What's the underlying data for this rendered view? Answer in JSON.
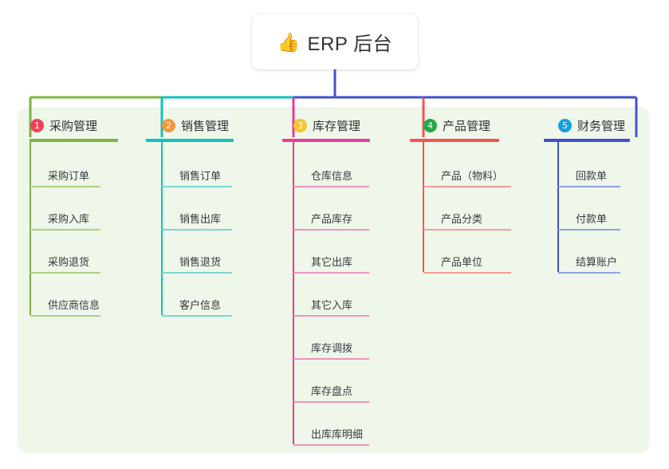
{
  "root": {
    "icon": "thumbs-up-icon",
    "icon_glyph": "👍",
    "title": "ERP 后台"
  },
  "colors": {
    "panel_bg": "#eef7e9",
    "page_bg": "#ffffff",
    "root_stem": "#4a52c4",
    "text": "#2f3237"
  },
  "columns": [
    {
      "index": "1",
      "badge_color": "#f1415a",
      "line_color": "#7cb342",
      "leaf_line_color": "#aed086",
      "title": "采购管理",
      "leaves": [
        "采购订单",
        "采购入库",
        "采购退货",
        "供应商信息"
      ]
    },
    {
      "index": "2",
      "badge_color": "#f79538",
      "line_color": "#0fc2bb",
      "leaf_line_color": "#79d8d3",
      "title": "销售管理",
      "leaves": [
        "销售订单",
        "销售出库",
        "销售退货",
        "客户信息"
      ]
    },
    {
      "index": "3",
      "badge_color": "#f5c431",
      "line_color": "#ea3b96",
      "leaf_line_color": "#f093c2",
      "title": "库存管理",
      "leaves": [
        "仓库信息",
        "产品库存",
        "其它出库",
        "其它入库",
        "库存调拨",
        "库存盘点",
        "出库库明细"
      ]
    },
    {
      "index": "4",
      "badge_color": "#21ab49",
      "line_color": "#fa5252",
      "leaf_line_color": "#f79b9b",
      "title": "产品管理",
      "leaves": [
        "产品（物料）",
        "产品分类",
        "产品单位"
      ]
    },
    {
      "index": "5",
      "badge_color": "#18a0e0",
      "line_color": "#3f51cf",
      "leaf_line_color": "#92a1e3",
      "title": "财务管理",
      "leaves": [
        "回款单",
        "付款单",
        "结算账户"
      ]
    }
  ]
}
